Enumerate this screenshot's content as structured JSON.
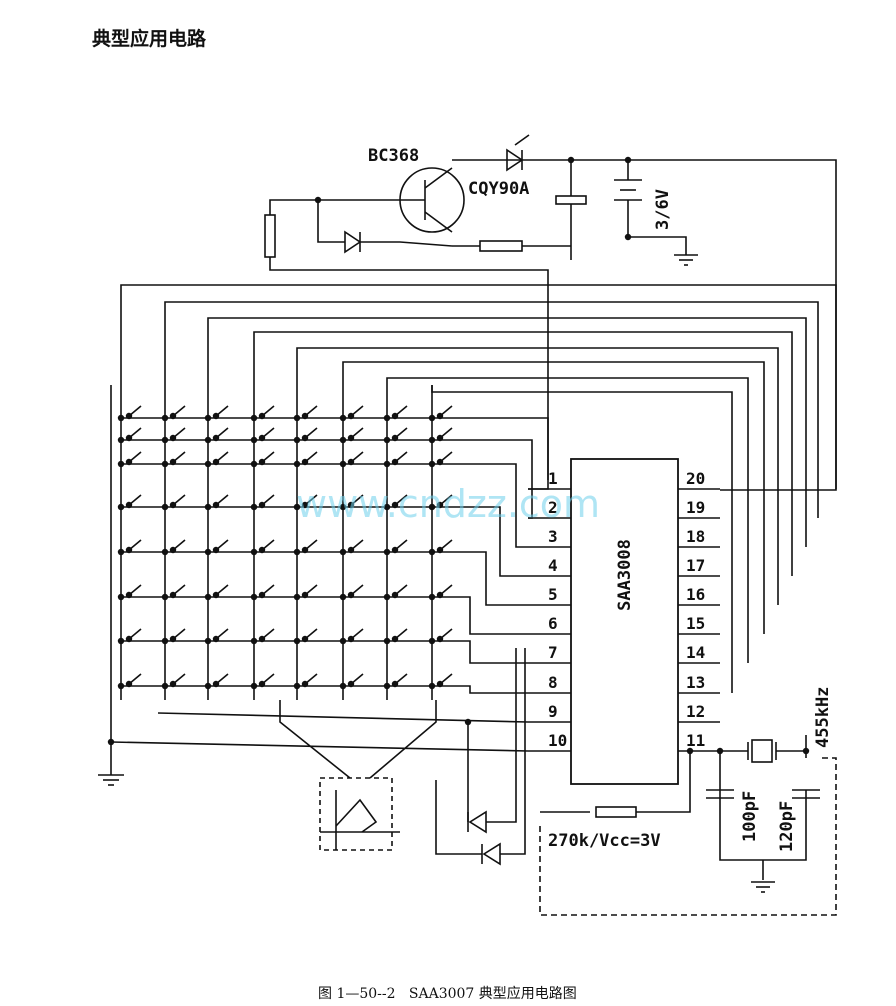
{
  "heading": "典型应用电路",
  "caption": "图 1—50--2   SAA3007 典型应用电路图",
  "watermark": "www.cndzz.com",
  "labels": {
    "transistor": "BC368",
    "led": "CQY90A",
    "battery": "3/6V",
    "chip": "SAA3008",
    "resistor_note": "270k/Vcc=3V",
    "cap1": "100pF",
    "cap2": "120pF",
    "resonator": "455kHz"
  },
  "pins_left": [
    "1",
    "2",
    "3",
    "4",
    "5",
    "6",
    "7",
    "8",
    "9",
    "10"
  ],
  "pins_right": [
    "20",
    "19",
    "18",
    "17",
    "16",
    "15",
    "14",
    "13",
    "12",
    "11"
  ],
  "colors": {
    "ink": "#111111",
    "watermark": "#6fd0ec"
  }
}
